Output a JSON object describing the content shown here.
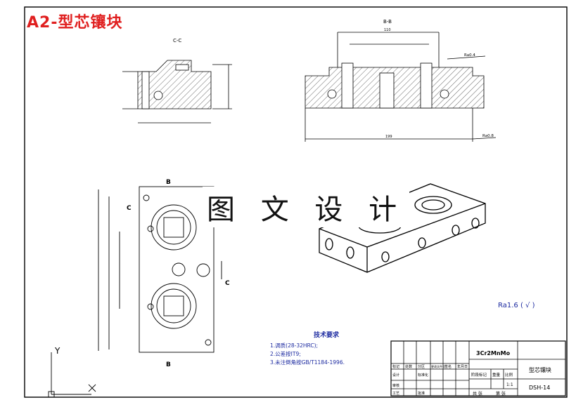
{
  "title": "A2-型芯镶块",
  "watermark": "图 文 设 计",
  "section_labels": {
    "cc_top": "C-C",
    "bb_top": "B-B",
    "b_upper": "B",
    "b_lower": "B",
    "c_left": "C",
    "c_right": "C",
    "axis_y": "Y"
  },
  "dimensions": {
    "total_width": "199",
    "center_width": "110",
    "roughness_1": "Ra0.4",
    "roughness_2": "Ra0.8"
  },
  "tech_notes": {
    "heading": "技术要求",
    "lines": [
      "1.调质(28-32HRC);",
      "2.公差按IT9;",
      "3.未注倒角按GB/T1184-1996."
    ]
  },
  "surface_finish_note": "Ra1.6 ( √ )",
  "title_block": {
    "material": "3Cr2MnMo",
    "part_name": "型芯镶块",
    "drawing_no": "DSH-14",
    "scale": "1:1",
    "row_labels": [
      "标记",
      "处数",
      "分区",
      "更改文件号",
      "签名",
      "年月日"
    ],
    "design_label": "设计",
    "check_label": "审核",
    "process_label": "工艺",
    "standard_label": "标准化",
    "approve_label": "批准",
    "stage_label": "阶段标记",
    "weight_label": "重量",
    "scale_label": "比例",
    "sheets_total": "共 张",
    "sheet_no": "第 张"
  }
}
